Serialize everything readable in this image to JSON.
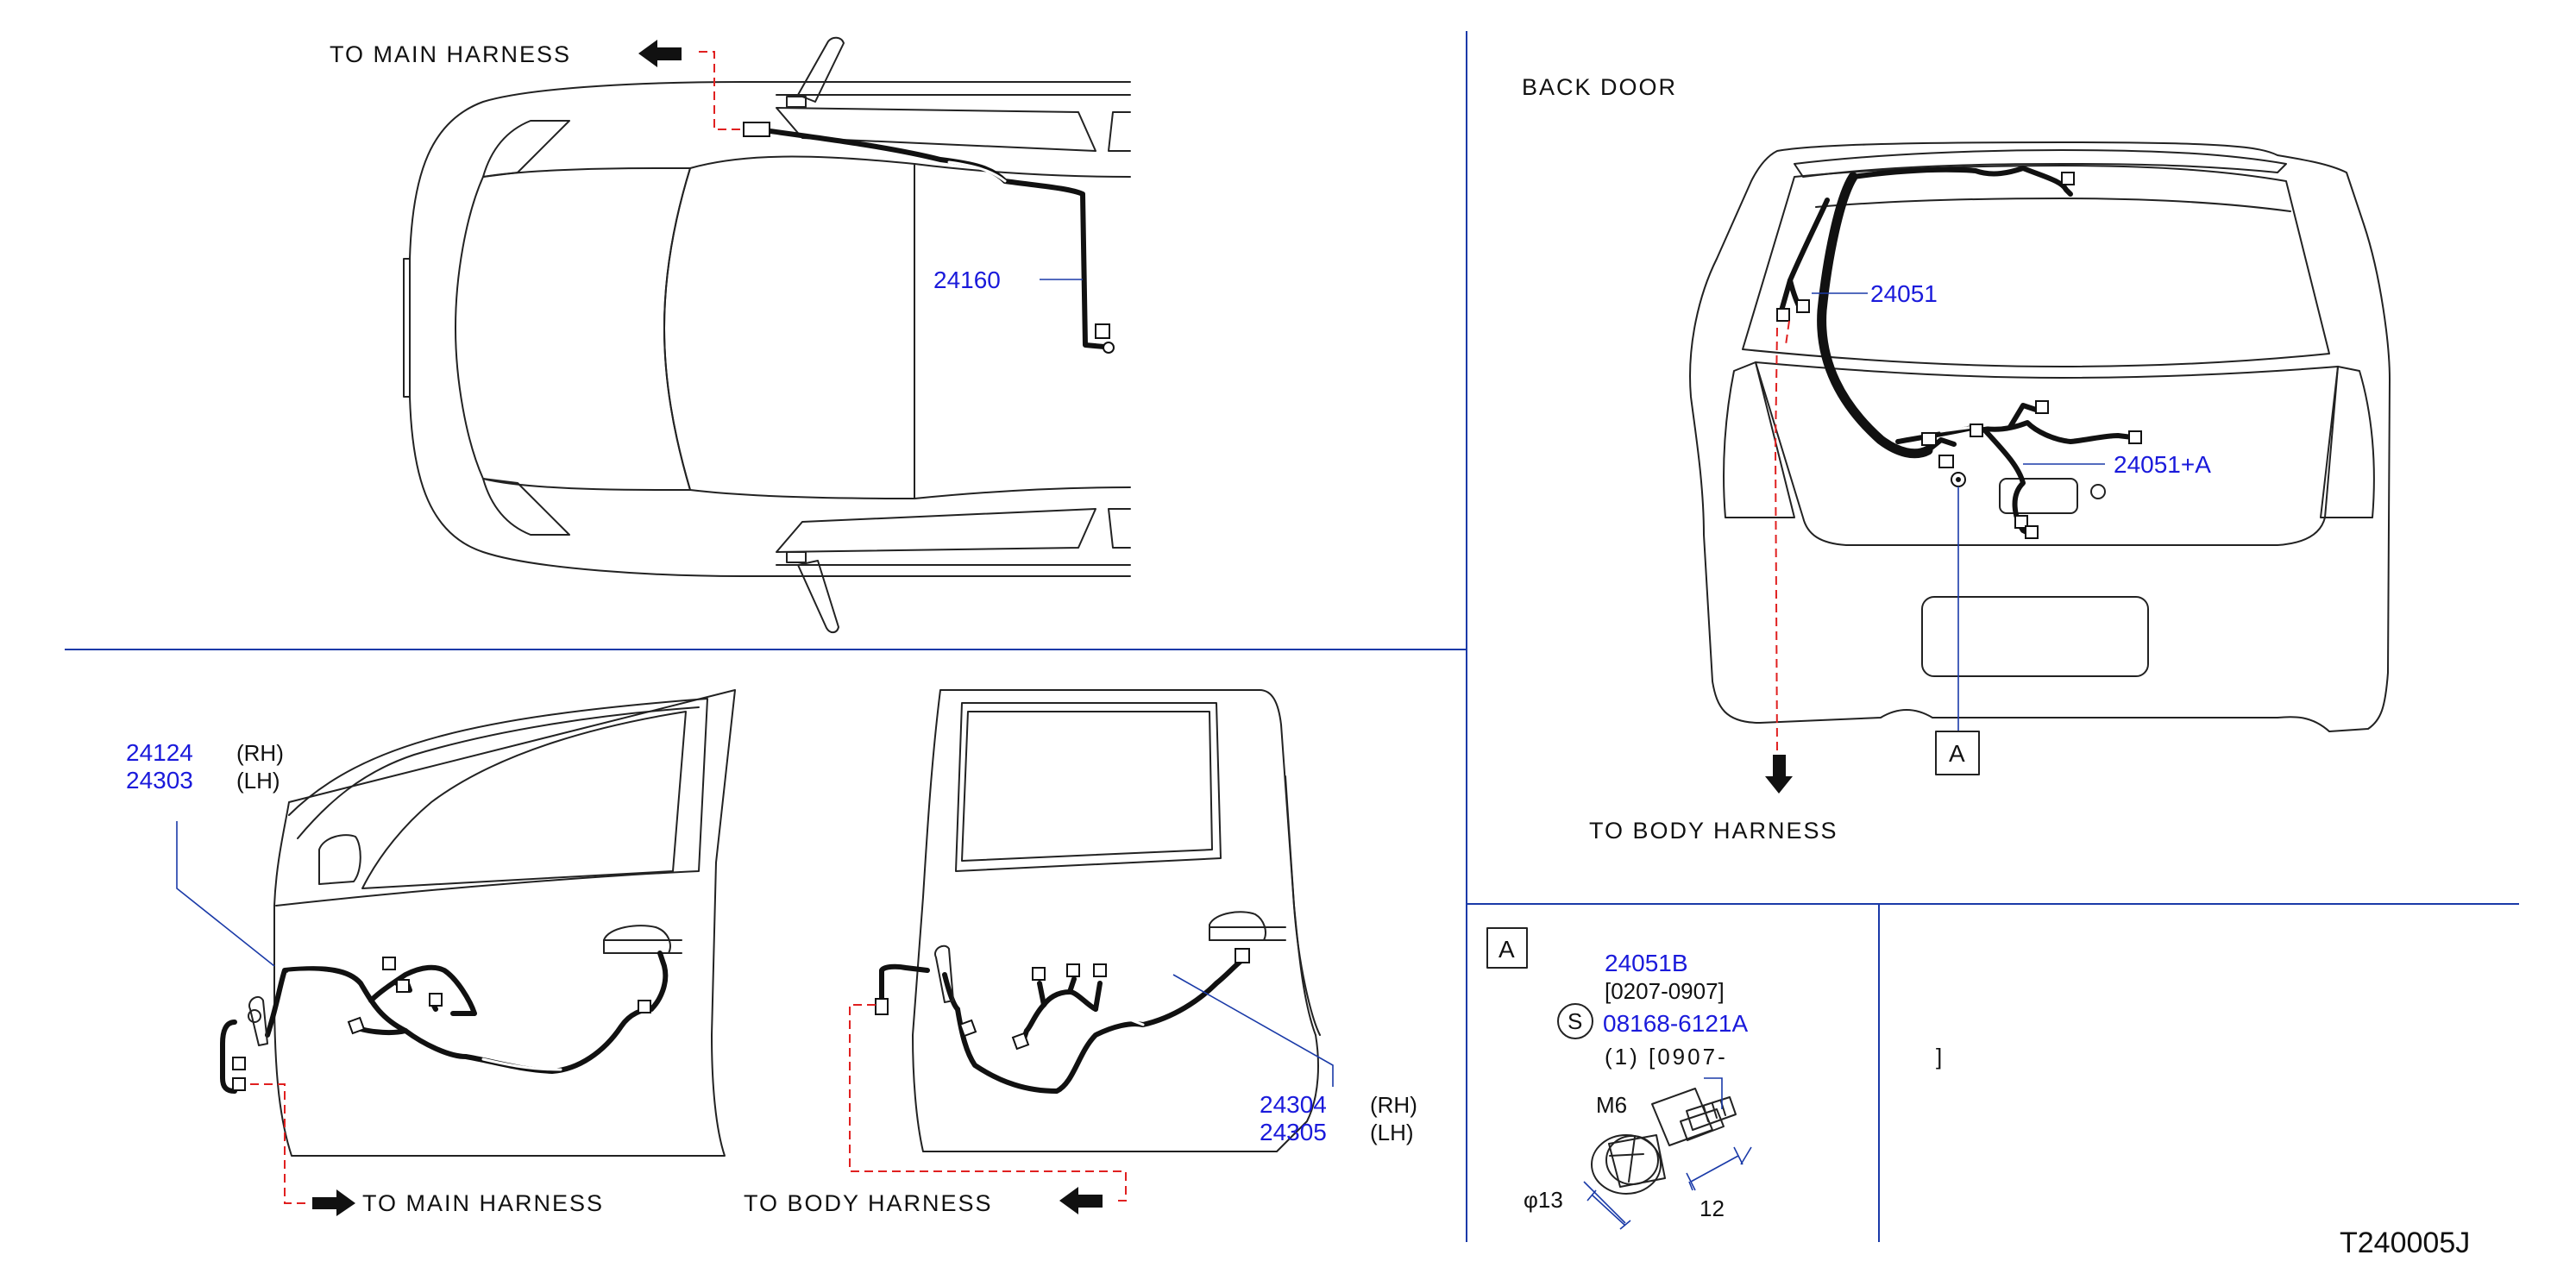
{
  "labels": {
    "to_main_harness_top": "TO   MAIN   HARNESS",
    "back_door": "BACK   DOOR",
    "to_body_harness_right": "TO   BODY   HARNESS",
    "to_main_harness_bottom": "TO   MAIN   HARNESS",
    "to_body_harness_bottom": "TO   BODY   HARNESS"
  },
  "parts": {
    "p24160": "24160",
    "p24051": "24051",
    "p24051A": "24051+A",
    "p24124": "24124",
    "p24303": "24303",
    "rh1": "(RH)",
    "lh1": "(LH)",
    "p24304": "24304",
    "p24305": "24305",
    "rh2": "(RH)",
    "lh2": "(LH)"
  },
  "detail": {
    "marker": "A",
    "part_number": "24051B",
    "date_range": "[0207-0907]",
    "s_symbol": "S",
    "bolt_part": "08168-6121A",
    "bolt_qty": "(1)  [0907-",
    "bolt_size": "M6",
    "diameter": "φ13",
    "length": "12",
    "bracket_close": "]"
  },
  "callout_marker": "A",
  "diagram_code": "T240005J"
}
